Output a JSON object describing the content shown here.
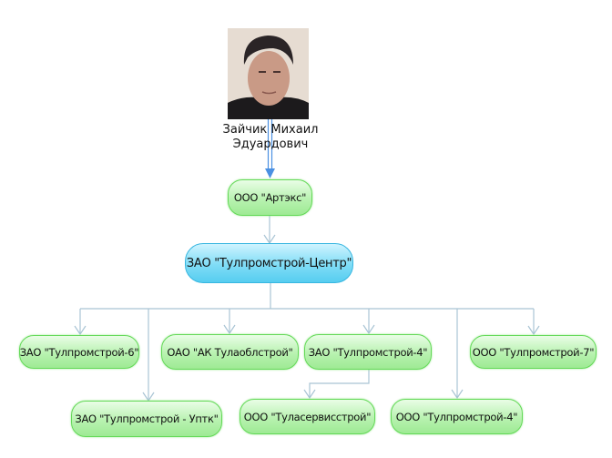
{
  "person": {
    "name": "Зайчик Михаил Эдуардович"
  },
  "nodes": {
    "artex": "ООО \"Артэкс\"",
    "center": "ЗАО \"Тулпромстрой-Центр\"",
    "t6": "ЗАО \"Тулпромстрой-6\"",
    "ak": "ОАО \"АК Тулаоблстрой\"",
    "zao_t4": "ЗАО \"Тулпромстрой-4\"",
    "t7": "ООО \"Тулпромстрой-7\"",
    "uptk": "ЗАО \"Тулпромстрой - Уптк\"",
    "tulaservis": "ООО \"Туласервисстрой\"",
    "ooo_t4": "ООО \"Тулпромстрой-4\""
  },
  "colors": {
    "node_green": "#9eea94",
    "node_cyan": "#56cdf0",
    "connector": "#a9c4d4",
    "arrow": "#4a90e2"
  }
}
